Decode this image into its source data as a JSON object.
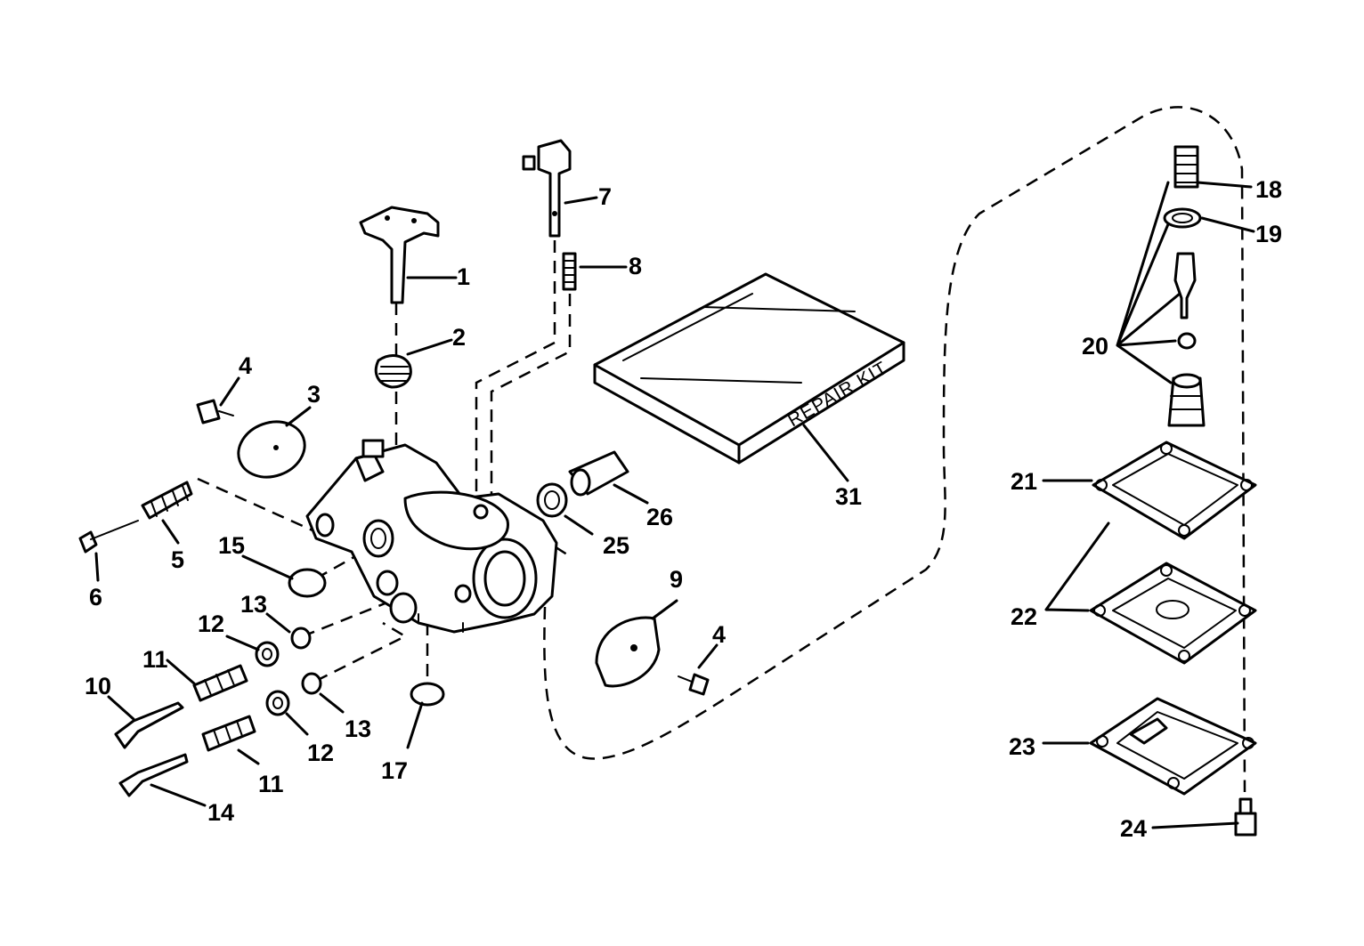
{
  "diagram": {
    "kit_label": "REPAIR KIT",
    "callouts": [
      {
        "id": "c1",
        "text": "1"
      },
      {
        "id": "c2",
        "text": "2"
      },
      {
        "id": "c3",
        "text": "3"
      },
      {
        "id": "c4a",
        "text": "4"
      },
      {
        "id": "c4b",
        "text": "4"
      },
      {
        "id": "c5",
        "text": "5"
      },
      {
        "id": "c6",
        "text": "6"
      },
      {
        "id": "c7",
        "text": "7"
      },
      {
        "id": "c8",
        "text": "8"
      },
      {
        "id": "c9",
        "text": "9"
      },
      {
        "id": "c10",
        "text": "10"
      },
      {
        "id": "c11a",
        "text": "11"
      },
      {
        "id": "c11b",
        "text": "11"
      },
      {
        "id": "c12a",
        "text": "12"
      },
      {
        "id": "c12b",
        "text": "12"
      },
      {
        "id": "c13a",
        "text": "13"
      },
      {
        "id": "c13b",
        "text": "13"
      },
      {
        "id": "c14",
        "text": "14"
      },
      {
        "id": "c15",
        "text": "15"
      },
      {
        "id": "c17",
        "text": "17"
      },
      {
        "id": "c18",
        "text": "18"
      },
      {
        "id": "c19",
        "text": "19"
      },
      {
        "id": "c20",
        "text": "20"
      },
      {
        "id": "c21",
        "text": "21"
      },
      {
        "id": "c22",
        "text": "22"
      },
      {
        "id": "c23",
        "text": "23"
      },
      {
        "id": "c24",
        "text": "24"
      },
      {
        "id": "c25",
        "text": "25"
      },
      {
        "id": "c26",
        "text": "26"
      },
      {
        "id": "c31",
        "text": "31"
      }
    ]
  }
}
